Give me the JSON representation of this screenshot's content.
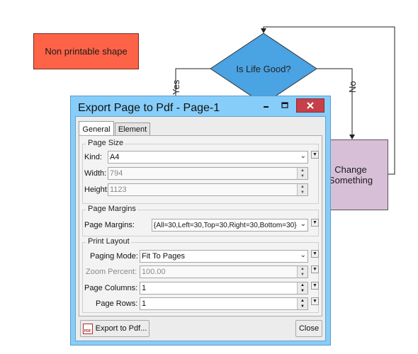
{
  "diagram": {
    "non_printable_label": "Non printable shape",
    "decision_label": "Is Life Good?",
    "yes_label": "Yes",
    "no_label": "No",
    "change_line1": "Change",
    "change_line2": "Something",
    "colors": {
      "non_printable_fill": "#ff6347",
      "decision_fill": "#4aa3e3",
      "change_fill": "#d8bfd8",
      "connector": "#222222"
    }
  },
  "dialog": {
    "title": "Export Page to Pdf - Page-1",
    "minimize_icon": "minimize-icon",
    "maximize_icon": "maximize-icon",
    "close_icon": "close-icon",
    "tabs": {
      "general": "General",
      "element": "Element"
    },
    "page_size": {
      "title": "Page Size",
      "kind_label": "Kind:",
      "kind_value": "A4",
      "width_label": "Width:",
      "width_value": "794",
      "height_label": "Height:",
      "height_value": "1123"
    },
    "page_margins": {
      "title": "Page Margins",
      "margins_label": "Page Margins:",
      "margins_value": "{All=30,Left=30,Top=30,Right=30,Bottom=30}"
    },
    "print_layout": {
      "title": "Print Layout",
      "paging_mode_label": "Paging Mode:",
      "paging_mode_value": "Fit To Pages",
      "zoom_label": "Zoom Percent:",
      "zoom_value": "100.00",
      "columns_label": "Page Columns:",
      "columns_value": "1",
      "rows_label": "Page Rows:",
      "rows_value": "1"
    },
    "export_button": "Export to Pdf...",
    "pdf_icon_text": "PDF",
    "close_button": "Close"
  }
}
